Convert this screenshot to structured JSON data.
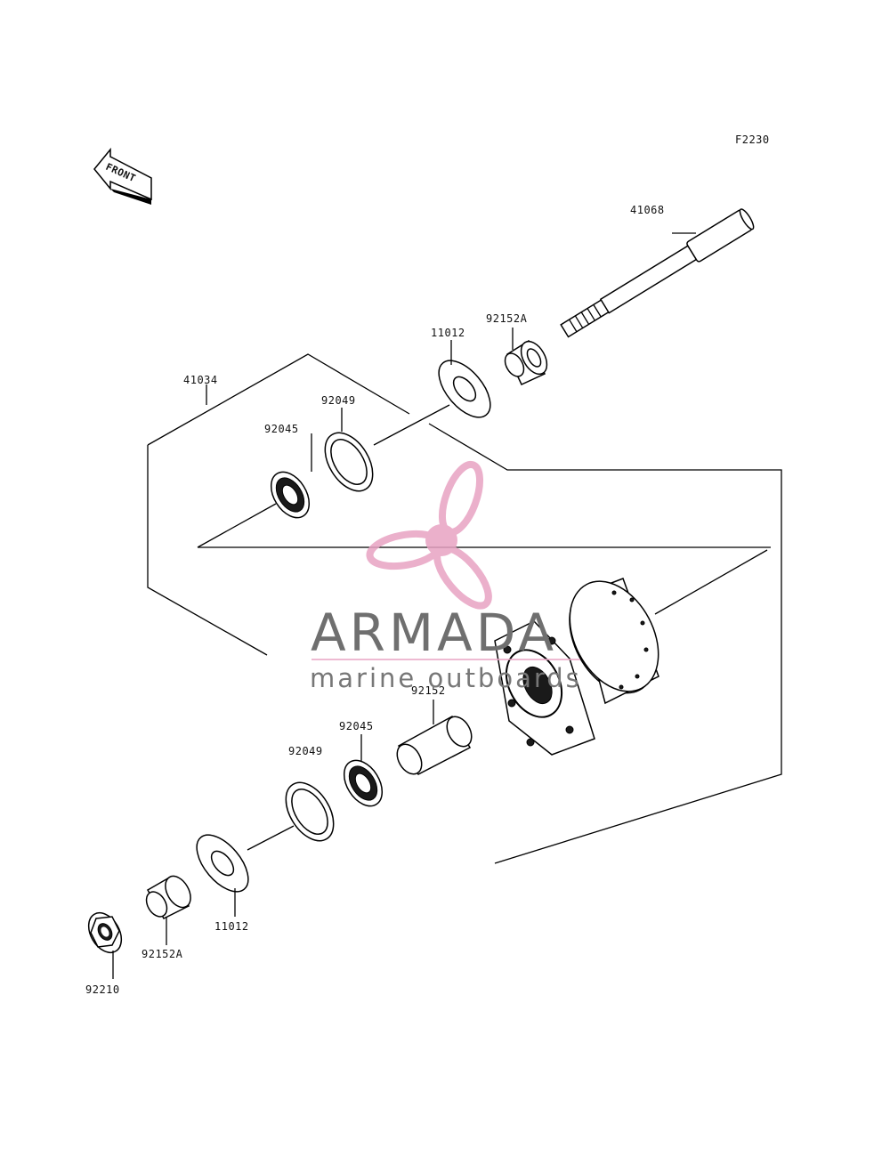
{
  "diagram": {
    "code": "F2230",
    "front_label": "FRONT",
    "parts": {
      "axle": "41068",
      "assembly": "41034",
      "collar_top": "92152A",
      "seal_top": "11012",
      "washer_top": "92049",
      "bearing_top": "92045",
      "collar_center": "92152",
      "bearing_bottom": "92045",
      "washer_bottom": "92049",
      "seal_bottom": "11012",
      "collar_bottom": "92152A",
      "nut": "92210"
    }
  },
  "watermark": {
    "brand": "ARMADA",
    "tagline": "marine outboards",
    "color_pink": "#e8a3c3",
    "color_gray": "#6f6f6f"
  }
}
